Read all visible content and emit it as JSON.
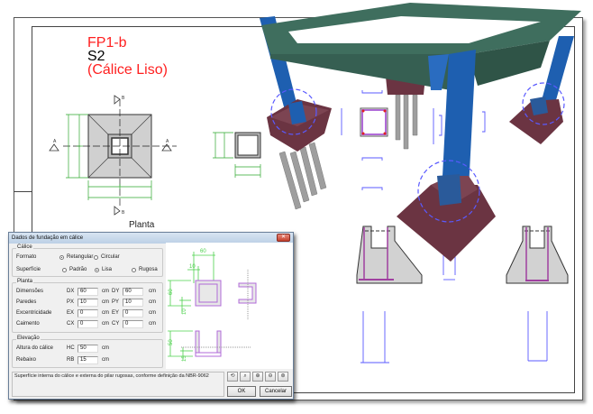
{
  "drawing": {
    "title_line1": "FP1-b",
    "title_line2": "S2",
    "title_line3": "(Cálice Liso)",
    "plan_label": "Planta",
    "section_marks": [
      "A",
      "A",
      "B",
      "B"
    ]
  },
  "dialog": {
    "title": "Dados de fundação em cálice",
    "close_glyph": "✕",
    "calice": {
      "legend": "Cálice",
      "formato_label": "Formato",
      "formato_options": [
        "Retangular",
        "Circular"
      ],
      "formato_selected": "Retangular",
      "superficie_label": "Superfície",
      "superficie_options": [
        "Padrão",
        "Lisa",
        "Rugosa"
      ],
      "superficie_selected": "Lisa"
    },
    "planta": {
      "legend": "Planta",
      "rows": [
        {
          "label": "Dimensões",
          "x_code": "DX",
          "x_value": "60",
          "y_code": "DY",
          "y_value": "60",
          "unit": "cm"
        },
        {
          "label": "Paredes",
          "x_code": "PX",
          "x_value": "10",
          "y_code": "PY",
          "y_value": "10",
          "unit": "cm"
        },
        {
          "label": "Excentricidade",
          "x_code": "EX",
          "x_value": "0",
          "y_code": "EY",
          "y_value": "0",
          "unit": "cm"
        },
        {
          "label": "Caimento",
          "x_code": "CX",
          "x_value": "0",
          "y_code": "CY",
          "y_value": "0",
          "unit": "cm"
        }
      ]
    },
    "elevacao": {
      "legend": "Elevação",
      "rows": [
        {
          "label": "Altura do cálice",
          "code": "HC",
          "value": "50",
          "unit": "cm"
        },
        {
          "label": "Rebaixo",
          "code": "RB",
          "value": "15",
          "unit": "cm"
        }
      ]
    },
    "preview_dims": {
      "dx": "60",
      "px": "10",
      "dy": "60",
      "py": "10",
      "hc": "50",
      "rb": "15"
    },
    "status_text": "Superfície interna do cálice e externa do pilar rugosas, conforme definição da NBR-9062",
    "toolbar": [
      "reset-view-icon",
      "zoom-window-icon",
      "zoom-extents-icon",
      "zoom-out-icon",
      "zoom-in-icon"
    ],
    "ok_label": "OK",
    "cancel_label": "Cancelar"
  },
  "colors": {
    "title_red": "#ff2020",
    "dim_green": "#2ec02e",
    "rebar_purple": "#b06ad8",
    "column_blue": "#1e5fb0",
    "beam_green": "#3f6e5e",
    "footing_maroon": "#6b3442",
    "pile_gray": "#a0a0a0"
  }
}
